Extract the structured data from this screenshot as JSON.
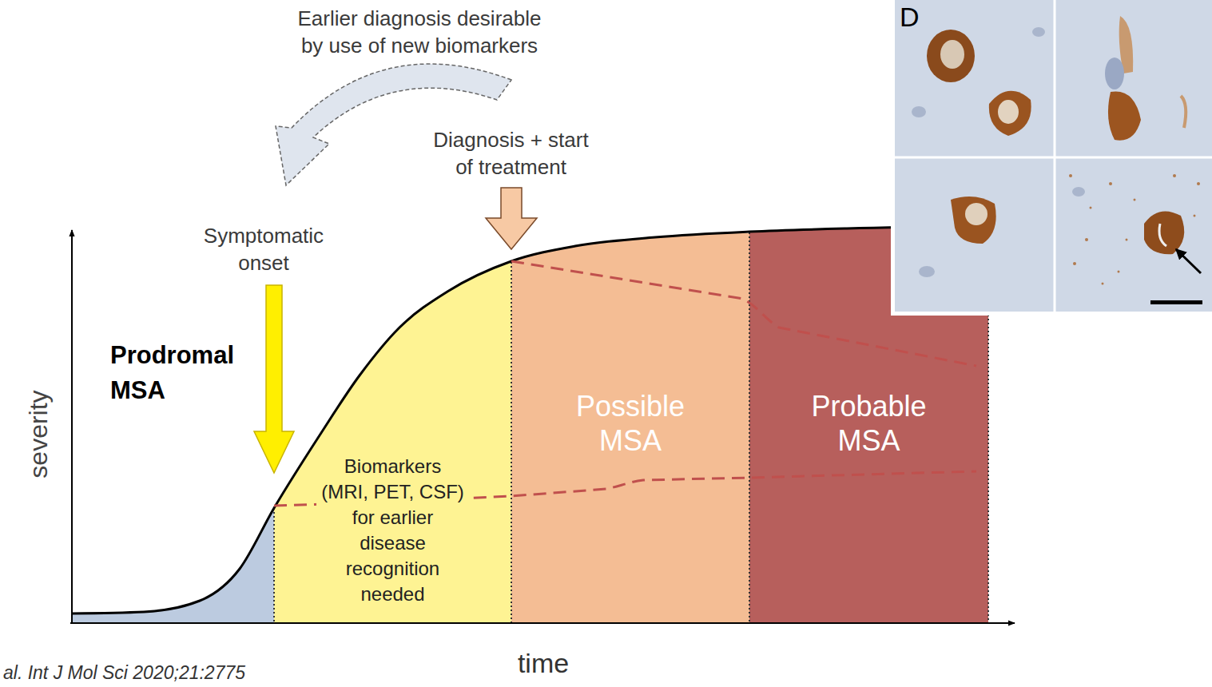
{
  "diagram": {
    "nodes": [
      {
        "text": [
          "Biomarkers (MRI, PET, CSF) for earlier disease recognition needed"
        ]
      },
      {
        "text": [
          "Possible MSA"
        ]
      },
      {
        "text": [
          "Probable MSA"
        ]
      }
    ],
    "labels": [
      "Earlier diagnosis desirable by use of new biomarkers",
      "Diagnosis + start of treatment",
      "Symptomatic onset",
      "Prodromal MSA",
      "severity",
      "time",
      "al. Int J Mol Sci 2020;21:2775",
      "D"
    ]
  }
}
